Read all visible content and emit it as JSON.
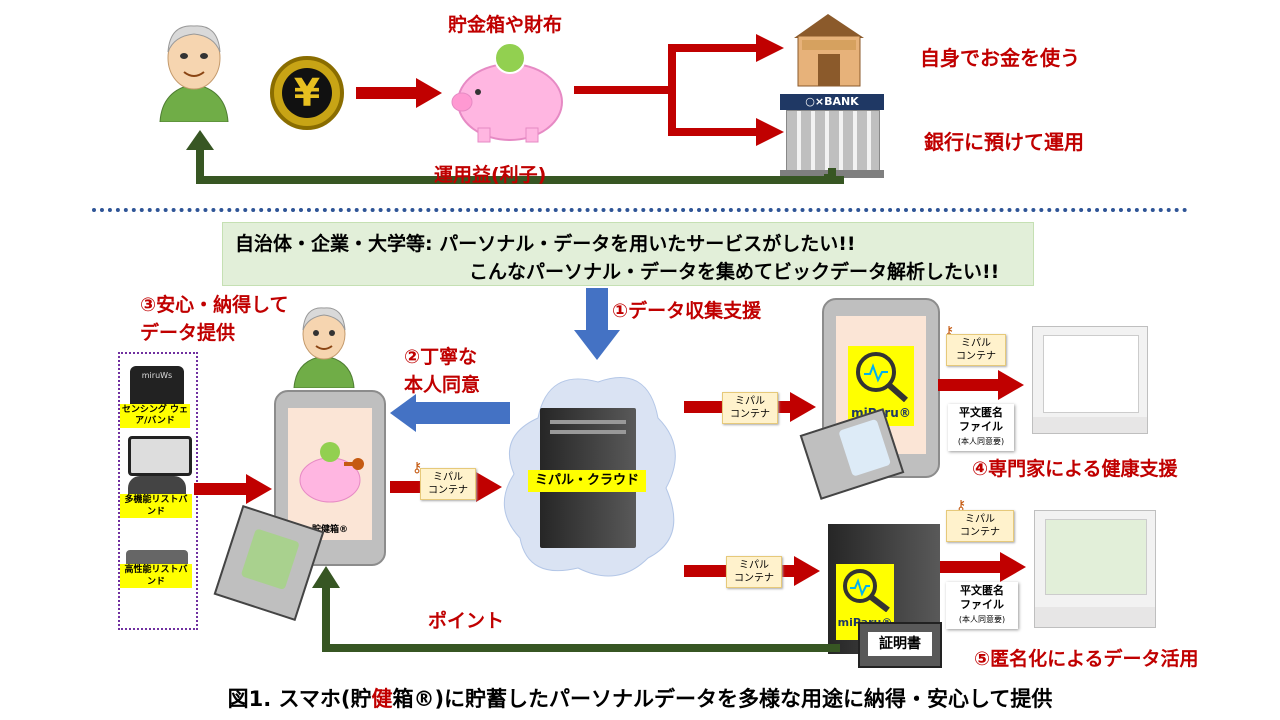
{
  "top": {
    "piggy_label": "貯金箱や財布",
    "spend_label": "自身でお金を使う",
    "bank_label": "銀行に預けて運用",
    "interest_label": "運用益(利子)",
    "bank_sign": "○×BANK",
    "yen_symbol": "¥"
  },
  "banner": {
    "line1": "自治体・企業・大学等: パーソナル・データを用いたサービスがしたい!!",
    "line2": "こんなパーソナル・データを集めてビックデータ解析したい!!"
  },
  "steps": {
    "step1": "①データ収集支援",
    "step2_line1": "②丁寧な",
    "step2_line2": "本人同意",
    "step3_line1": "③安心・納得して",
    "step3_line2": "データ提供",
    "step4": "④専門家による健康支援",
    "step5": "⑤匿名化によるデータ活用"
  },
  "devices": {
    "device1_brand": "miruWs",
    "device1_label": "センシング ウェア/バンド",
    "device2_label": "多機能リストバンド",
    "device3_label": "高性能リストバンド"
  },
  "phone": {
    "app_name": "貯健箱®"
  },
  "cloud": {
    "label": "ミパル・クラウド"
  },
  "container_label_1": "ミパル",
  "container_label_2": "コンテナ",
  "miparu": {
    "name": "miParu",
    "reg": "®"
  },
  "file": {
    "line1": "平文匿名",
    "line2": "ファイル",
    "line3": "(本人同意要)"
  },
  "certificate": "証明書",
  "point_label": "ポイント",
  "caption": {
    "prefix": "図1. スマホ(貯",
    "highlight": "健",
    "suffix": "箱®)に貯蓄したパーソナルデータを多様な用途に納得・安心して提供"
  },
  "colors": {
    "arrow_red": "#c00000",
    "arrow_green": "#375623",
    "arrow_blue": "#4472c4",
    "banner_bg": "#e2efd9",
    "accent_yellow": "#ffff00"
  }
}
